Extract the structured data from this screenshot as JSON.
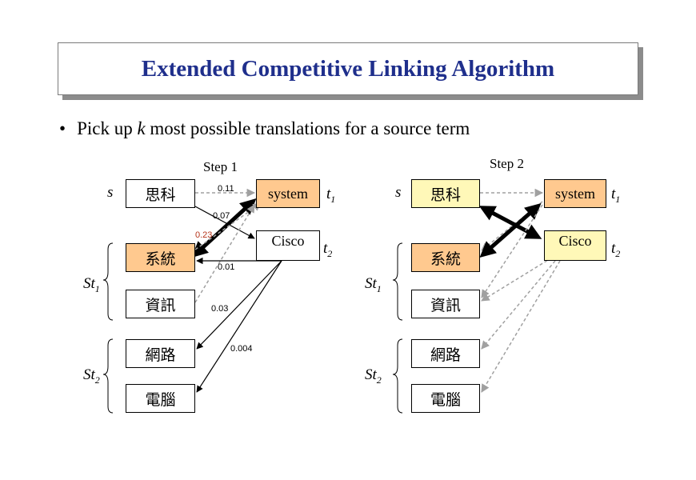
{
  "title": "Extended Competitive Linking Algorithm",
  "bullet": {
    "marker": "•",
    "text_before": "Pick up ",
    "k": "k",
    "text_after": " most possible translations for a source term"
  },
  "step1": {
    "label": "Step 1",
    "s_label": "s",
    "st1_label": "St",
    "st1_sub": "1",
    "st2_label": "St",
    "st2_sub": "2",
    "t1_label": "t",
    "t1_sub": "1",
    "t2_label": "t",
    "t2_sub": "2",
    "source_terms": [
      "思科",
      "系統",
      "資訊",
      "網路",
      "電腦"
    ],
    "targets": [
      "system",
      "Cisco"
    ],
    "weights": [
      "0.11",
      "0.07",
      "0.23",
      "0.01",
      "0.03",
      "0.004"
    ]
  },
  "step2": {
    "label": "Step 2",
    "s_label": "s",
    "st1_label": "St",
    "st1_sub": "1",
    "st2_label": "St",
    "st2_sub": "2",
    "t1_label": "t",
    "t1_sub": "1",
    "t2_label": "t",
    "t2_sub": "2",
    "source_terms": [
      "思科",
      "系統",
      "資訊",
      "網路",
      "電腦"
    ],
    "targets": [
      "system",
      "Cisco"
    ]
  },
  "colors": {
    "title": "#1f2f8c",
    "highlight_weight": "#b5341a",
    "yellow_fill": "#fff8b8",
    "orange_fill": "#ffc98f",
    "dashed_link": "#a0a0a0",
    "strong_link": "#000000"
  }
}
